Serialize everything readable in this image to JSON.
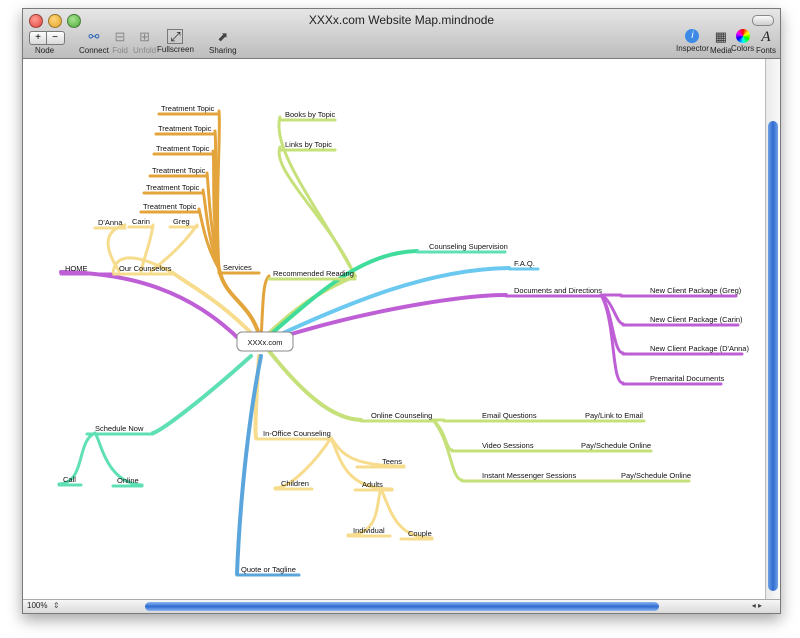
{
  "window": {
    "title": "XXXx.com Website Map.mindnode"
  },
  "toolbar": {
    "node_label": "Node",
    "add_symbol": "+",
    "remove_symbol": "−",
    "left_tools": [
      {
        "label": "Connect",
        "icon": "connect-icon",
        "enabled": true
      },
      {
        "label": "Fold",
        "icon": "fold-icon",
        "enabled": false
      },
      {
        "label": "Unfold",
        "icon": "unfold-icon",
        "enabled": false
      },
      {
        "label": "Fullscreen",
        "icon": "fullscreen-icon",
        "enabled": true
      },
      {
        "label": "Sharing",
        "icon": "sharing-icon",
        "enabled": true
      }
    ],
    "right_tools": [
      {
        "label": "Inspector",
        "icon": "inspector-icon"
      },
      {
        "label": "Media",
        "icon": "media-icon"
      },
      {
        "label": "Colors",
        "icon": "colors-icon"
      },
      {
        "label": "Fonts",
        "icon": "fonts-icon"
      }
    ]
  },
  "statusbar": {
    "zoom": "100%"
  },
  "mindmap": {
    "root": "XXXx.com",
    "colors": {
      "orange": "#e3a43c",
      "yellow": "#f6dc8c",
      "lime": "#c6e07a",
      "teal": "#5fe0b4",
      "blue": "#6bc8ef",
      "purple": "#bf5fd6",
      "green": "#3fdc9c",
      "darkblue": "#5aa6dc"
    },
    "nodes": [
      {
        "id": "treatment1",
        "label": "Treatment Topic"
      },
      {
        "id": "treatment2",
        "label": "Treatment Topic"
      },
      {
        "id": "treatment3",
        "label": "Treatment Topic"
      },
      {
        "id": "treatment4",
        "label": "Treatment Topic"
      },
      {
        "id": "treatment5",
        "label": "Treatment Topic"
      },
      {
        "id": "treatment6",
        "label": "Treatment Topic"
      },
      {
        "id": "services",
        "label": "Services"
      },
      {
        "id": "books",
        "label": "Books by Topic"
      },
      {
        "id": "links",
        "label": "Links by Topic"
      },
      {
        "id": "recommended",
        "label": "Recommended Reading"
      },
      {
        "id": "danna",
        "label": "D'Anna"
      },
      {
        "id": "carin",
        "label": "Carin"
      },
      {
        "id": "greg",
        "label": "Greg"
      },
      {
        "id": "counselors",
        "label": "Our Counselors"
      },
      {
        "id": "home",
        "label": "HOME"
      },
      {
        "id": "supervision",
        "label": "Counseling Supervision"
      },
      {
        "id": "faq",
        "label": "F.A.Q."
      },
      {
        "id": "docs",
        "label": "Documents and Directions"
      },
      {
        "id": "pkg_greg",
        "label": "New Client Package (Greg)"
      },
      {
        "id": "pkg_carin",
        "label": "New Client Package (Carin)"
      },
      {
        "id": "pkg_danna",
        "label": "New Client Package (D'Anna)"
      },
      {
        "id": "premarital",
        "label": "Premarital Documents"
      },
      {
        "id": "online",
        "label": "Online Counseling"
      },
      {
        "id": "email",
        "label": "Email Questions"
      },
      {
        "id": "paylink",
        "label": "Pay/Link to Email"
      },
      {
        "id": "video",
        "label": "Video Sessions"
      },
      {
        "id": "paysched1",
        "label": "Pay/Schedule Online"
      },
      {
        "id": "im",
        "label": "Instant Messenger Sessions"
      },
      {
        "id": "paysched2",
        "label": "Pay/Schedule Online"
      },
      {
        "id": "schedule",
        "label": "Schedule Now"
      },
      {
        "id": "call",
        "label": "Call"
      },
      {
        "id": "sched_online",
        "label": "Online"
      },
      {
        "id": "inoffice",
        "label": "In-Office Counseling"
      },
      {
        "id": "teens",
        "label": "Teens"
      },
      {
        "id": "children",
        "label": "Children"
      },
      {
        "id": "adults",
        "label": "Adults"
      },
      {
        "id": "individual",
        "label": "Individual"
      },
      {
        "id": "couple",
        "label": "Couple"
      },
      {
        "id": "quote",
        "label": "Quote or Tagline"
      }
    ]
  }
}
